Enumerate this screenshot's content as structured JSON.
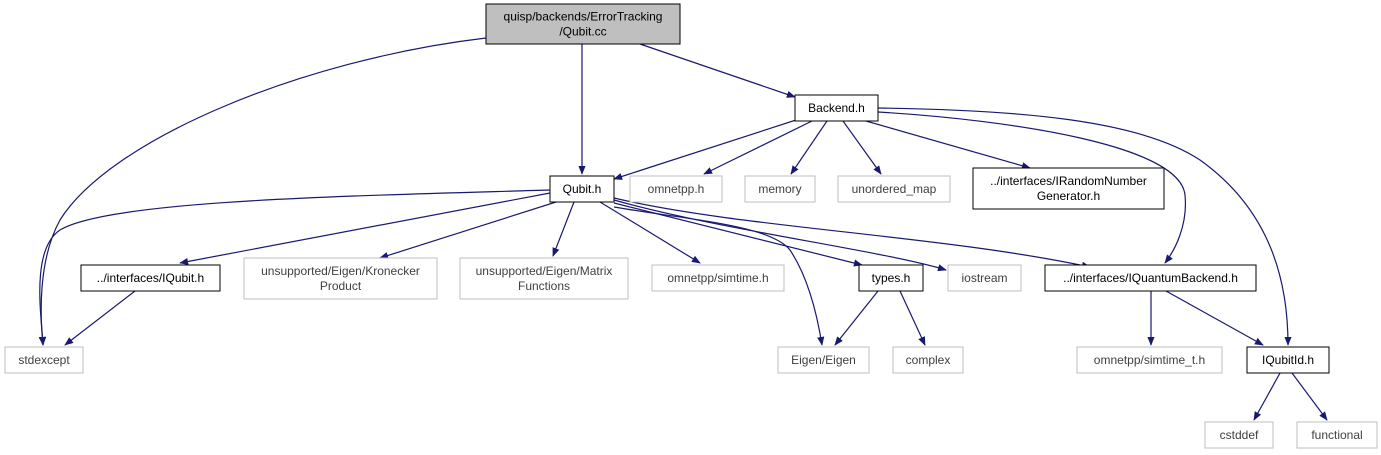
{
  "colors": {
    "edge": "#191970",
    "root_fill": "#bfbfbf",
    "node_border": "#000000",
    "external_border": "#bfbfbf",
    "external_text": "#404040",
    "text": "#000000"
  },
  "nodes": {
    "qubit_cc": {
      "lines": [
        "quisp/backends/ErrorTracking",
        "/Qubit.cc"
      ],
      "kind": "root"
    },
    "backend_h": {
      "lines": [
        "Backend.h"
      ],
      "kind": "file"
    },
    "qubit_h": {
      "lines": [
        "Qubit.h"
      ],
      "kind": "file"
    },
    "omnetpp_h": {
      "lines": [
        "omnetpp.h"
      ],
      "kind": "external"
    },
    "memory": {
      "lines": [
        "memory"
      ],
      "kind": "external"
    },
    "unordered_map": {
      "lines": [
        "unordered_map"
      ],
      "kind": "external"
    },
    "irandom": {
      "lines": [
        "../interfaces/IRandomNumber",
        "Generator.h"
      ],
      "kind": "file"
    },
    "iqubit_h": {
      "lines": [
        "../interfaces/IQubit.h"
      ],
      "kind": "file"
    },
    "kronecker": {
      "lines": [
        "unsupported/Eigen/Kronecker",
        "Product"
      ],
      "kind": "external"
    },
    "matrix_fn": {
      "lines": [
        "unsupported/Eigen/Matrix",
        "Functions"
      ],
      "kind": "external"
    },
    "simtime_h": {
      "lines": [
        "omnetpp/simtime.h"
      ],
      "kind": "external"
    },
    "types_h": {
      "lines": [
        "types.h"
      ],
      "kind": "file"
    },
    "iostream": {
      "lines": [
        "iostream"
      ],
      "kind": "external"
    },
    "iquantum": {
      "lines": [
        "../interfaces/IQuantumBackend.h"
      ],
      "kind": "file"
    },
    "stdexcept": {
      "lines": [
        "stdexcept"
      ],
      "kind": "external"
    },
    "eigen": {
      "lines": [
        "Eigen/Eigen"
      ],
      "kind": "external"
    },
    "complex": {
      "lines": [
        "complex"
      ],
      "kind": "external"
    },
    "simtime_t": {
      "lines": [
        "omnetpp/simtime_t.h"
      ],
      "kind": "external"
    },
    "iqubitid": {
      "lines": [
        "IQubitId.h"
      ],
      "kind": "file"
    },
    "cstddef": {
      "lines": [
        "cstddef"
      ],
      "kind": "external"
    },
    "functional": {
      "lines": [
        "functional"
      ],
      "kind": "external"
    }
  },
  "edges": [
    [
      "qubit_cc",
      "stdexcept"
    ],
    [
      "qubit_cc",
      "qubit_h"
    ],
    [
      "qubit_cc",
      "backend_h"
    ],
    [
      "backend_h",
      "qubit_h"
    ],
    [
      "backend_h",
      "omnetpp_h"
    ],
    [
      "backend_h",
      "memory"
    ],
    [
      "backend_h",
      "unordered_map"
    ],
    [
      "backend_h",
      "irandom"
    ],
    [
      "backend_h",
      "iquantum"
    ],
    [
      "backend_h",
      "iqubitid"
    ],
    [
      "qubit_h",
      "stdexcept"
    ],
    [
      "qubit_h",
      "iqubit_h"
    ],
    [
      "qubit_h",
      "kronecker"
    ],
    [
      "qubit_h",
      "matrix_fn"
    ],
    [
      "qubit_h",
      "simtime_h"
    ],
    [
      "qubit_h",
      "types_h"
    ],
    [
      "qubit_h",
      "iostream"
    ],
    [
      "qubit_h",
      "iquantum"
    ],
    [
      "qubit_h",
      "eigen"
    ],
    [
      "iqubit_h",
      "stdexcept"
    ],
    [
      "types_h",
      "eigen"
    ],
    [
      "types_h",
      "complex"
    ],
    [
      "iquantum",
      "simtime_t"
    ],
    [
      "iquantum",
      "iqubitid"
    ],
    [
      "iqubitid",
      "cstddef"
    ],
    [
      "iqubitid",
      "functional"
    ]
  ]
}
